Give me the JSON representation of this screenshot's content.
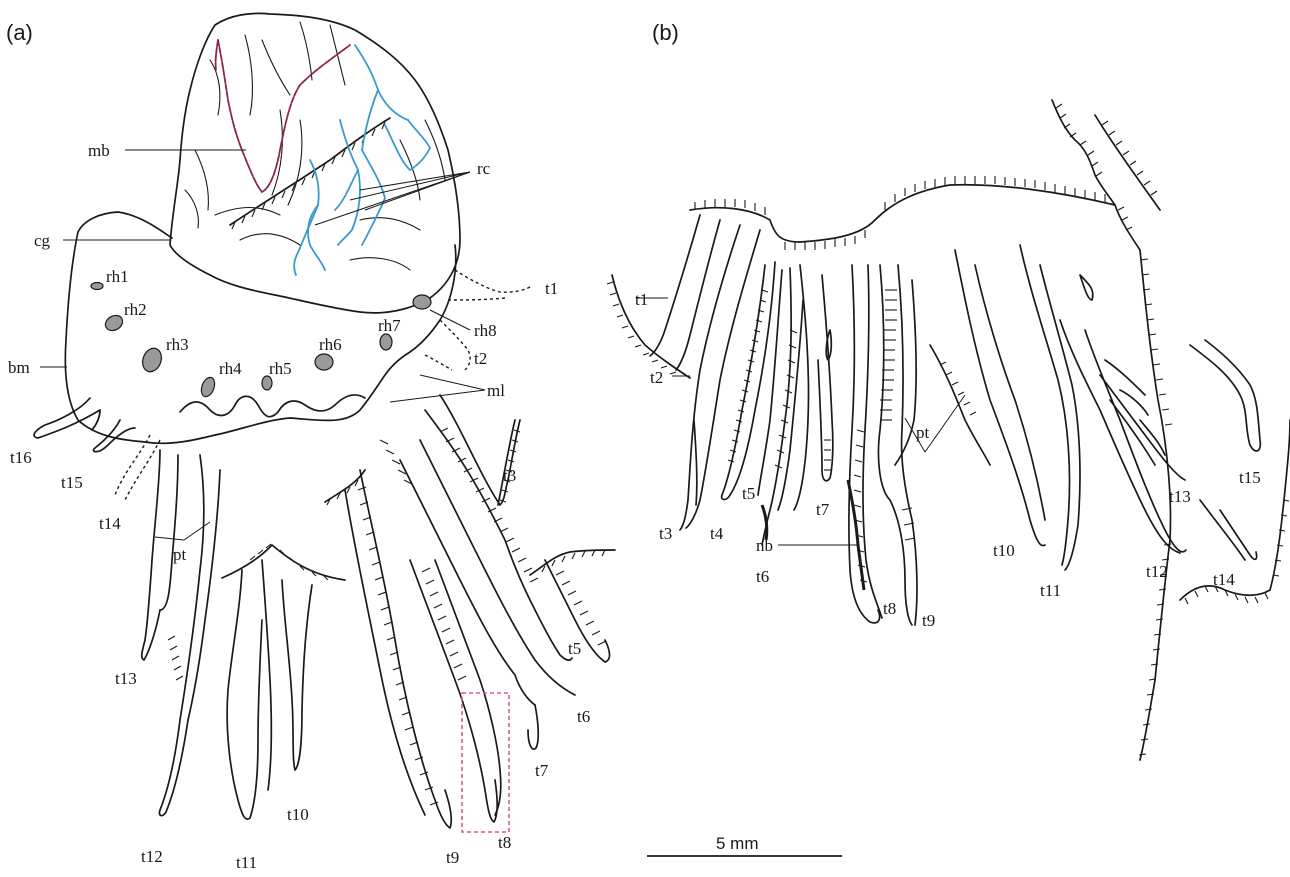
{
  "panels": {
    "a": "(a)",
    "b": "(b)"
  },
  "labels_a": {
    "mb": "mb",
    "rc": "rc",
    "cg": "cg",
    "bm": "bm",
    "rh1": "rh1",
    "rh2": "rh2",
    "rh3": "rh3",
    "rh4": "rh4",
    "rh5": "rh5",
    "rh6": "rh6",
    "rh7": "rh7",
    "rh8": "rh8",
    "ml": "ml",
    "pt": "pt",
    "t1": "t1",
    "t2": "t2",
    "t3": "t3",
    "t5": "t5",
    "t6": "t6",
    "t7": "t7",
    "t8": "t8",
    "t9": "t9",
    "t10": "t10",
    "t11": "t11",
    "t12": "t12",
    "t13": "t13",
    "t14": "t14",
    "t15": "t15",
    "t16": "t16"
  },
  "labels_b": {
    "t1": "t1",
    "t2": "t2",
    "t3": "t3",
    "t4": "t4",
    "t5": "t5",
    "t6": "t6",
    "t7": "t7",
    "t8": "t8",
    "t9": "t9",
    "t10": "t10",
    "t11": "t11",
    "t12": "t12",
    "t13": "t13",
    "t14": "t14",
    "t15": "t15",
    "pt": "pt",
    "nb": "nb"
  },
  "scale_bar": {
    "label": "5 mm"
  },
  "colors": {
    "ink": "#1a1a1a",
    "margin_boundary": "#8a2550",
    "radial_canals": "#3a9ad0",
    "rhopalia_fill": "#9a9a9a",
    "inset_box": "#e0559a"
  }
}
